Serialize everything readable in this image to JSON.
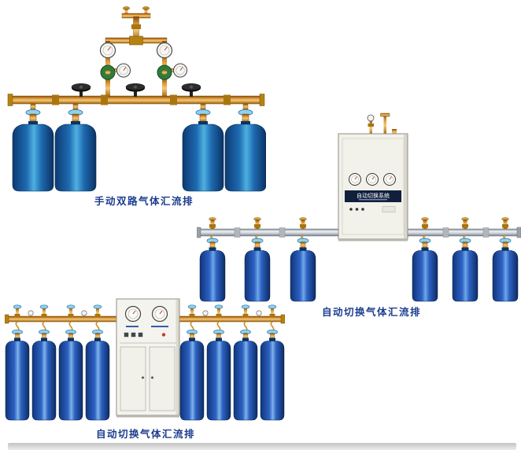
{
  "page": {
    "background": "#ffffff"
  },
  "figures": [
    {
      "id": "manual-dual-manifold",
      "caption": "手动双路气体汇流排"
    },
    {
      "id": "auto-switch-manifold-a",
      "caption": "自动切换气体汇流排"
    },
    {
      "id": "auto-switch-manifold-b",
      "caption": "自动切换气体汇流排"
    }
  ],
  "cabinet": {
    "panel_text": "自动切换系统"
  },
  "colors": {
    "caption_text": "#1c3d8f",
    "cylinder_deep_blue": "#1e6cb2",
    "cylinder_royal_blue": "#2d62c4",
    "brass_pipe": "#c8922a",
    "silver_pipe": "#c3c9d0",
    "cabinet_body": "#f2f1ea",
    "valve_handwheel_blue": "#8fd2ee",
    "regulator_green": "#2e7d3a"
  }
}
